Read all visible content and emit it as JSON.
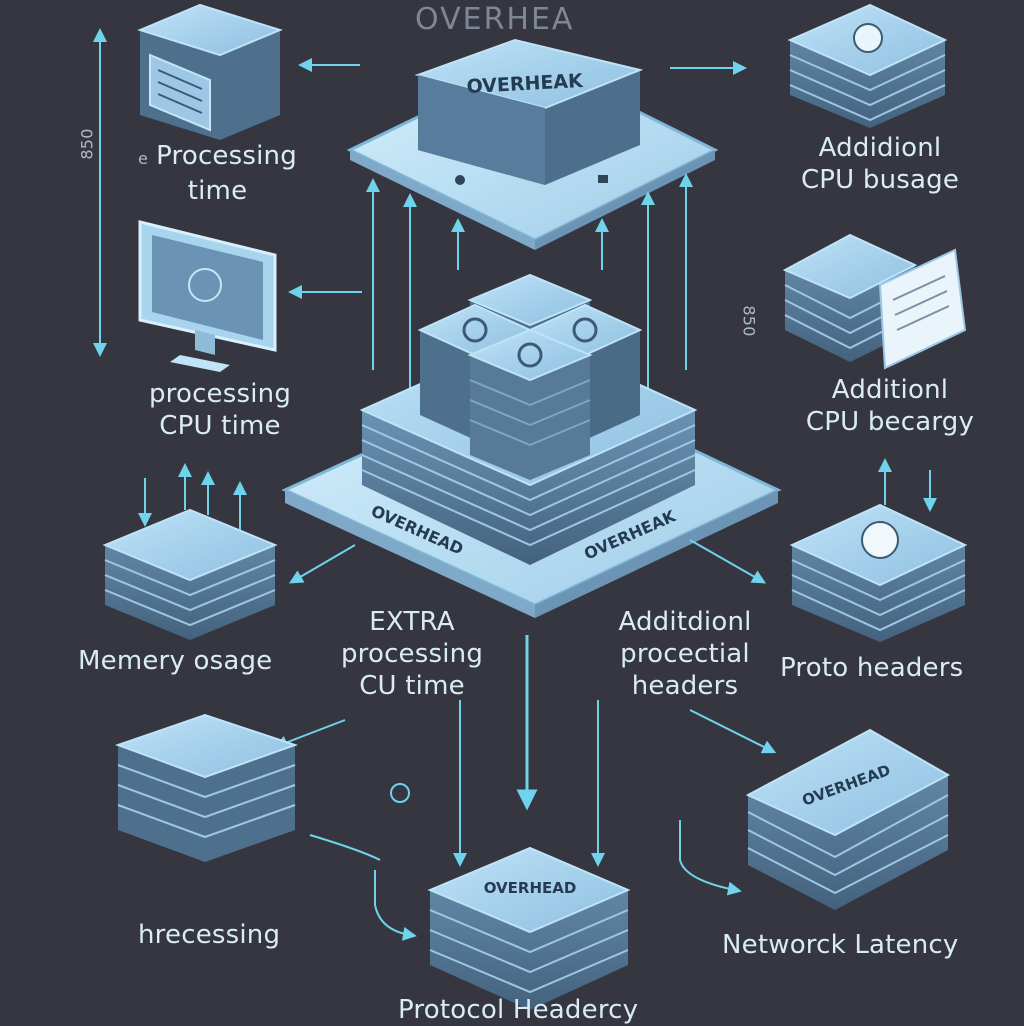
{
  "diagram": {
    "top_ghost_title": "OVERHEA",
    "top_block_label": "OVERHEAK",
    "central_stack_labels": [
      "OVERHEAD",
      "OVERHEAK"
    ],
    "bottom_block_label": "OVERHEAD",
    "network_block_label": "OVERHEAD",
    "left_axis_label": "850",
    "right_axis_label": "850",
    "labels": {
      "processing_time": {
        "bullet": "e",
        "line1": "Processing",
        "line2": "time"
      },
      "processing_cpu_time": {
        "line1": "processing",
        "line2": "CPU time"
      },
      "memory_usage": "Memery osage",
      "extra_processing": {
        "line1": "EXTRA",
        "line2": "processing",
        "line3": "CU time"
      },
      "additional_protocol_headers": {
        "line1": "Additdionl",
        "line2": "procectial",
        "line3": "headers"
      },
      "protocol_headers_right": "Proto headers",
      "hrecessing": "hrecessing",
      "network_latency": "Networck Latency",
      "additional_cpu_busage": {
        "line1": "Addidionl",
        "line2": "CPU busage"
      },
      "additional_cpu_becargy": {
        "line1": "Additionl",
        "line2": "CPU becargy"
      },
      "bottom_caption": "Protocol Headercy"
    },
    "colors": {
      "background": "#353640",
      "plate_fill": "#bfe3f7",
      "plate_edge": "#7fb7d8",
      "block_fill": "#9cc8e6",
      "arrow": "#6fd3ec",
      "text": "#d9ecf5"
    }
  }
}
